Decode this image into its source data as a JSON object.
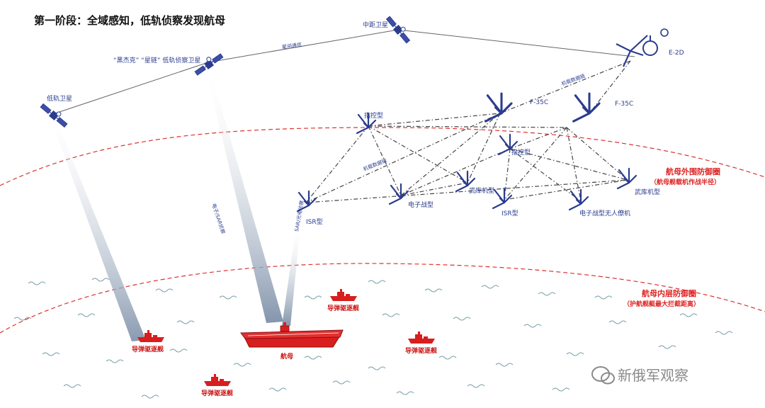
{
  "title": "第一阶段：全域感知，低轨侦察发现航母",
  "satellites": {
    "leo": "低轨卫星",
    "starlink": "“黑杰克” “星链” 低轨侦察卫星",
    "meo": "中距卫星"
  },
  "links": {
    "intersat": "星间通信",
    "datalink_e2d": "机载数据链",
    "datalink_net": "机载数据链",
    "em_sar": "电子/SAR侦察",
    "sar_em": "SAR/光电侦察"
  },
  "aircraft": {
    "e2d": "E-2D",
    "f35c_1": "F-35C",
    "f35c_2": "F-35C",
    "command_1": "指控型",
    "command_2": "指控型",
    "isr_1": "ISR型",
    "isr_2": "ISR型",
    "ew": "电子战型",
    "arsenal_1": "武库机型",
    "arsenal_2": "武库机型",
    "ew_uav": "电子战型无人僚机"
  },
  "defense": {
    "outer_title": "航母外围防御圈",
    "outer_sub": "（航母舰载机作战半径）",
    "inner_title": "航母内层防御圈",
    "inner_sub": "（护航舰艇最大拦截距离）"
  },
  "ships": {
    "carrier": "航母",
    "destroyer_1": "导弹驱逐舰",
    "destroyer_2": "导弹驱逐舰",
    "destroyer_3": "导弹驱逐舰",
    "destroyer_4": "导弹驱逐舰"
  },
  "watermark": "新俄军观察",
  "colors": {
    "blue": "#2b3c8f",
    "red": "#dd2222",
    "beam": "#7d8fa8"
  }
}
